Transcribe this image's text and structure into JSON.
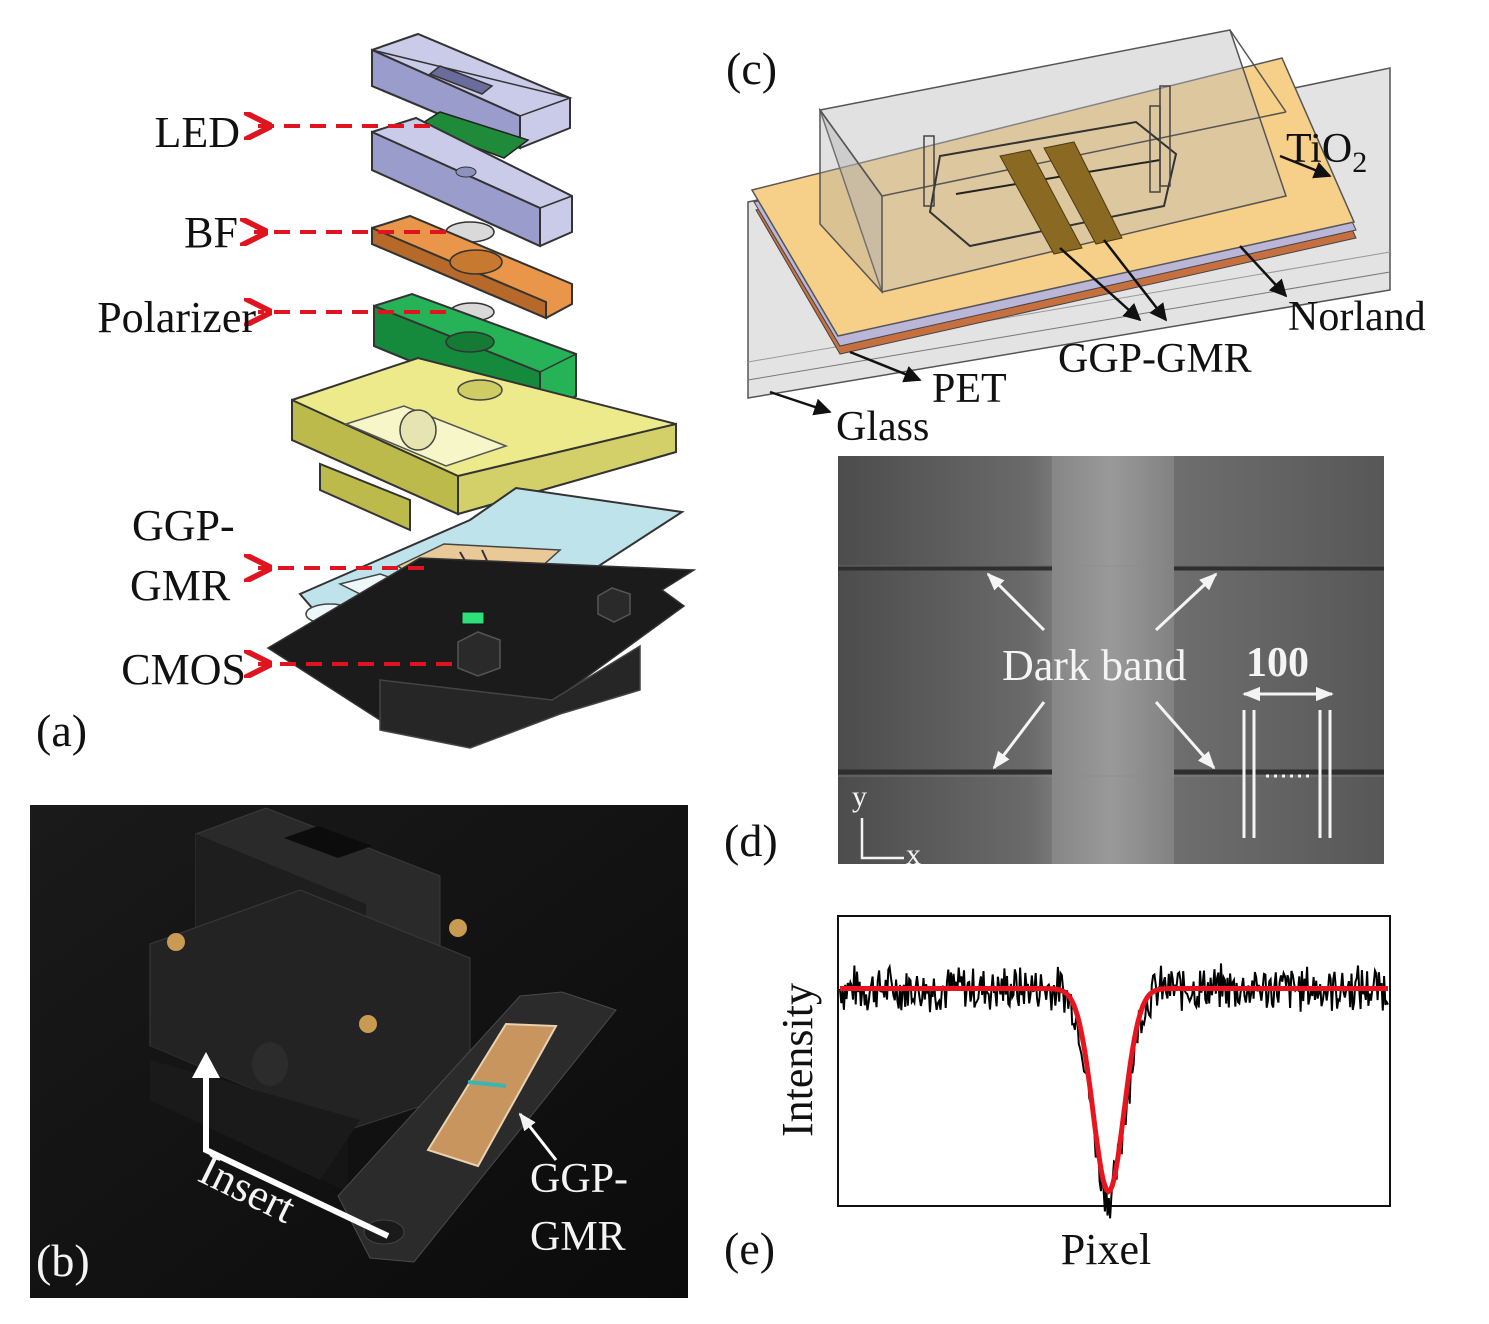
{
  "panel_a": {
    "tag": "(a)",
    "labels": [
      "LED",
      "BF",
      "Polarizer",
      "GGP-",
      "GMR",
      "CMOS"
    ],
    "arrow_color": "#e0141e",
    "part_colors": {
      "lid": "#c9cbe8",
      "led_board": "#1f8a3a",
      "bf_plate": "#e9964a",
      "polarizer_plate": "#1c9a47",
      "base": "#ecea8a",
      "slide": "#bfe3ea",
      "chip": "#e9c998",
      "pcb": "#1b1b1b"
    }
  },
  "panel_b": {
    "tag": "(b)",
    "insert_label": "Insert",
    "chip_label_1": "GGP-",
    "chip_label_2": "GMR"
  },
  "panel_c": {
    "tag": "(c)",
    "layer_labels": {
      "tio2": "TiO",
      "tio2_sub": "2",
      "norland": "Norland",
      "pet": "PET",
      "glass": "Glass",
      "sensor": "GGP-GMR"
    },
    "layer_colors": {
      "tio2": "#f6cf88",
      "norland": "#c7703f",
      "pet": "#b9b6d8",
      "glass": "#dcdcdc",
      "pdms": "#c8c8c8"
    }
  },
  "panel_d": {
    "tag": "(d)",
    "annotation": "Dark band",
    "scale_value": "100",
    "axis_y": "y",
    "axis_x": "x"
  },
  "panel_e": {
    "tag": "(e)",
    "ylabel": "Intensity",
    "xlabel": "Pixel"
  },
  "chart_data": {
    "type": "line",
    "title": "",
    "xlabel": "Pixel",
    "ylabel": "Intensity",
    "x_ticks": "none",
    "y_ticks": "none",
    "grid": false,
    "series": [
      {
        "name": "",
        "color": "#000000",
        "style": "noisy measured profile",
        "baseline": 1.0,
        "min": 0.0,
        "min_at_fraction": 0.49,
        "noise_amplitude": 0.08
      },
      {
        "name": "",
        "color": "#e8141e",
        "style": "fitted dip",
        "baseline": 1.0,
        "min": 0.02,
        "min_at_fraction": 0.49,
        "width_fraction": 0.04
      }
    ]
  }
}
